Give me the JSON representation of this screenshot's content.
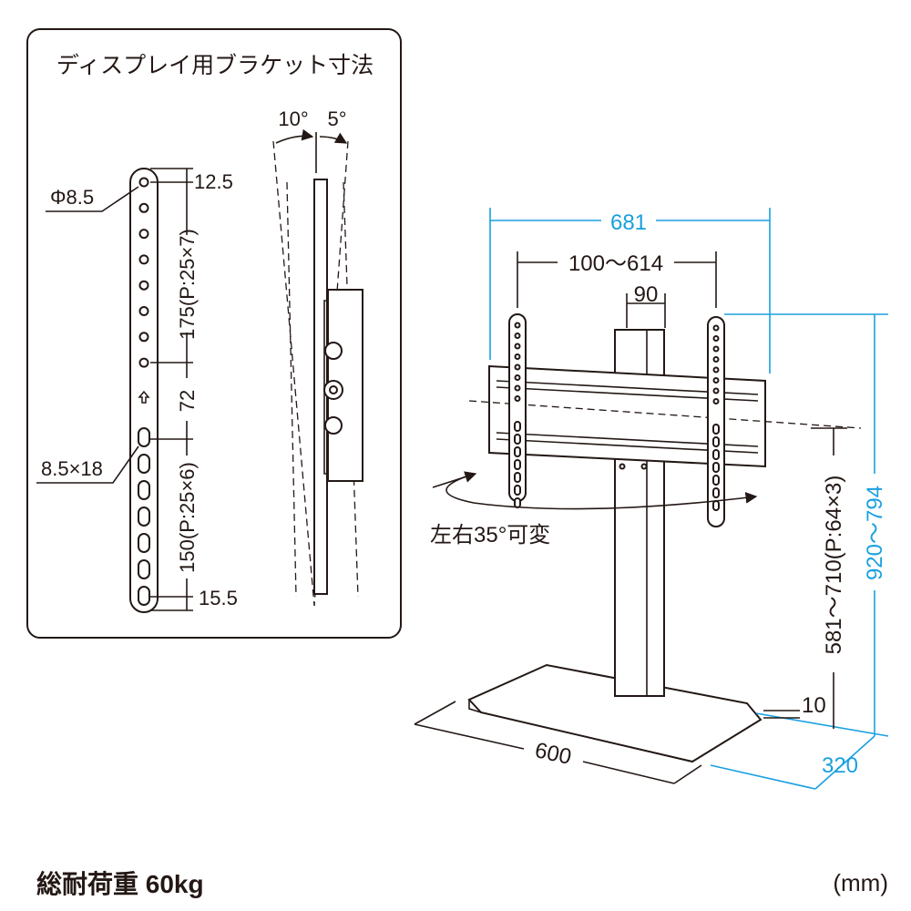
{
  "panel": {
    "title": "ディスプレイ用ブラケット寸法",
    "tilt_forward": "10°",
    "tilt_back": "5°",
    "hole_diameter": "Φ8.5",
    "top_margin": "12.5",
    "upper_pitch": "175(P:25×7)",
    "center_gap": "72",
    "slot_size": "8.5×18",
    "lower_pitch": "150(P:25×6)",
    "bottom_margin": "15.5"
  },
  "stand": {
    "bracket_width": "681",
    "mount_range": "100〜614",
    "column_width": "90",
    "swivel": "左右35°可変",
    "mount_height": "581〜710(P:64×3)",
    "total_height": "920〜794",
    "base_thickness": "10",
    "base_width": "600",
    "base_depth": "320"
  },
  "footer": {
    "load": "総耐荷重 60kg",
    "unit": "(mm)"
  },
  "colors": {
    "dimension_blue": "#1aa0e0",
    "line": "#231815"
  }
}
